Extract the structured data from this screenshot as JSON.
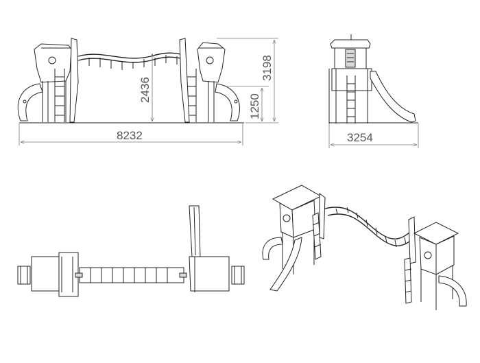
{
  "dimensions": {
    "total_length": "8232",
    "total_height": "3198",
    "bridge_height": "2436",
    "platform_height": "1250",
    "side_width": "3254"
  },
  "views": {
    "front_elevation": "front-view",
    "side_elevation": "side-view",
    "plan": "top-view",
    "isometric": "iso-view"
  }
}
